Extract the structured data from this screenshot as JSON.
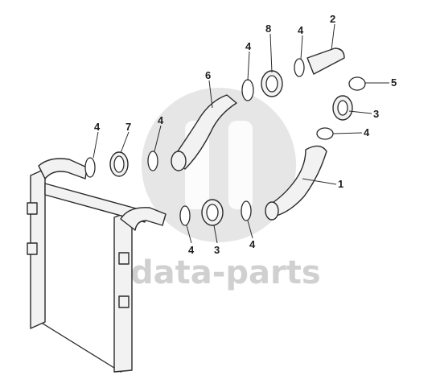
{
  "watermark": {
    "text": "data-parts",
    "color": "#cfcfcf"
  },
  "callouts": [
    {
      "id": "c-2",
      "text": "2"
    },
    {
      "id": "c-4-top",
      "text": "4"
    },
    {
      "id": "c-8",
      "text": "8"
    },
    {
      "id": "c-4-b",
      "text": "4"
    },
    {
      "id": "c-6",
      "text": "6"
    },
    {
      "id": "c-5",
      "text": "5"
    },
    {
      "id": "c-3-right",
      "text": "3"
    },
    {
      "id": "c-4-right",
      "text": "4"
    },
    {
      "id": "c-4-left",
      "text": "4"
    },
    {
      "id": "c-7",
      "text": "7"
    },
    {
      "id": "c-4-mid",
      "text": "4"
    },
    {
      "id": "c-1",
      "text": "1"
    },
    {
      "id": "c-4-low",
      "text": "4"
    },
    {
      "id": "c-3-low",
      "text": "3"
    },
    {
      "id": "c-4-lowr",
      "text": "4"
    }
  ]
}
